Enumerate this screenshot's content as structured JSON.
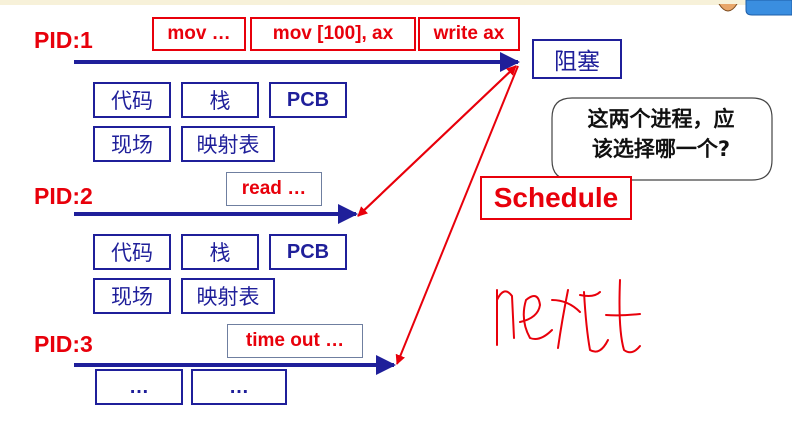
{
  "processes": [
    {
      "pid_label": "PID:1",
      "instructions": [
        "mov …",
        "mov [100], ax",
        "write ax"
      ],
      "resources": [
        "代码",
        "栈",
        "PCB",
        "现场",
        "映射表"
      ]
    },
    {
      "pid_label": "PID:2",
      "instructions": [
        "read …"
      ],
      "resources": [
        "代码",
        "栈",
        "PCB",
        "现场",
        "映射表"
      ]
    },
    {
      "pid_label": "PID:3",
      "instructions": [
        "time out …"
      ],
      "resources": [
        "…",
        "…"
      ]
    }
  ],
  "blocked_label": "阻塞",
  "schedule_label": "Schedule",
  "callout": {
    "line1": "这两个进程，应",
    "line2": "该选择哪一个?"
  },
  "handwriting": "next",
  "colors": {
    "red": "#e8000b",
    "blue": "#1f1f9a"
  }
}
